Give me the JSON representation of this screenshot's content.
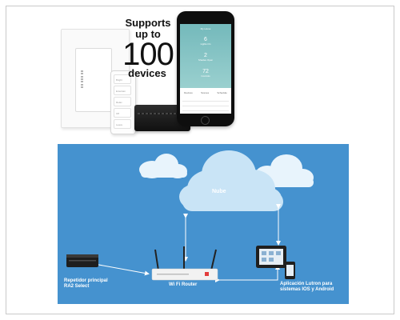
{
  "banner": {
    "supports_line1": "Supports",
    "supports_line2": "up to",
    "supports_number": "100",
    "supports_line3": "devices",
    "pico_buttons": [
      "Bright",
      "Entertain",
      "Relax",
      "Off",
      "Leave"
    ],
    "phone": {
      "title": "My Home",
      "metrics": [
        {
          "value": "6",
          "label": "Lights On"
        },
        {
          "value": "2",
          "label": "Shades Open"
        },
        {
          "value": "72",
          "label": "Controls"
        }
      ],
      "tabs": [
        "Devices",
        "Scenes",
        "Schedule"
      ]
    }
  },
  "diagram": {
    "cloud_label": "Nube",
    "repeater_label_line1": "Repetidor principal",
    "repeater_label_line2": "RA2 Select",
    "router_label": "Wi Fi Router",
    "app_label_line1": "Aplicación Lutron para",
    "app_label_line2": "sistemas IOS y Android",
    "colors": {
      "background": "#4592cf",
      "cloud": "#e8f4fc",
      "cloud_main": "#c9e4f6",
      "arrow": "#ffffff",
      "router_light": "#e33d3d"
    }
  }
}
